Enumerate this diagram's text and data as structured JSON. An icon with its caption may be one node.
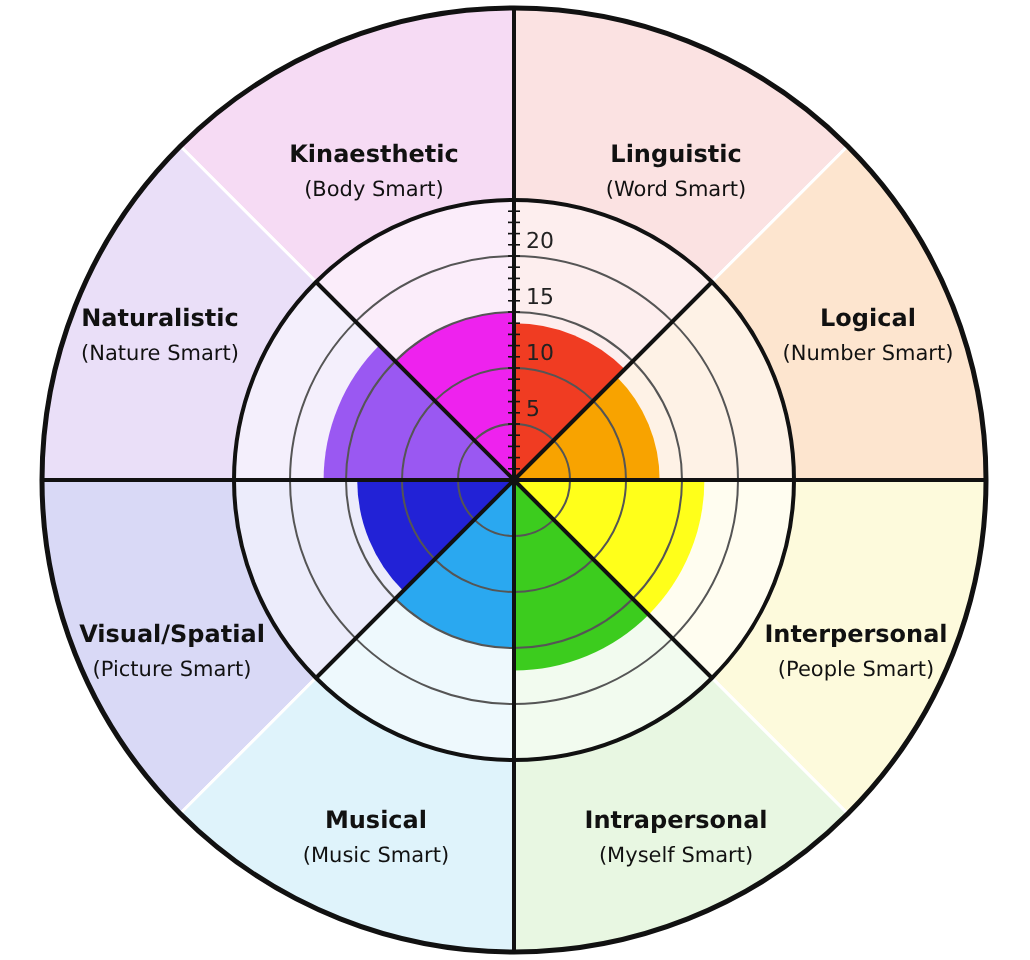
{
  "diagram": {
    "nodes": [
      {
        "text": [
          "Kinaesthetic",
          "(Body Smart)"
        ]
      },
      {
        "text": [
          "Linguistic",
          "(Word Smart)"
        ]
      },
      {
        "text": [
          "Naturalistic",
          "(Nature Smart)"
        ]
      },
      {
        "text": [
          "Logical",
          "(Number Smart)"
        ]
      },
      {
        "text": [
          "Visual/Spatial",
          "(Picture Smart)"
        ]
      },
      {
        "text": [
          "Interpersonal",
          "(People Smart)"
        ]
      },
      {
        "text": [
          "Musical",
          "(Music Smart)"
        ]
      },
      {
        "text": [
          "Intrapersonal",
          "(Myself Smart)"
        ]
      }
    ],
    "labels": [
      "20",
      "15",
      "10",
      "5"
    ]
  }
}
